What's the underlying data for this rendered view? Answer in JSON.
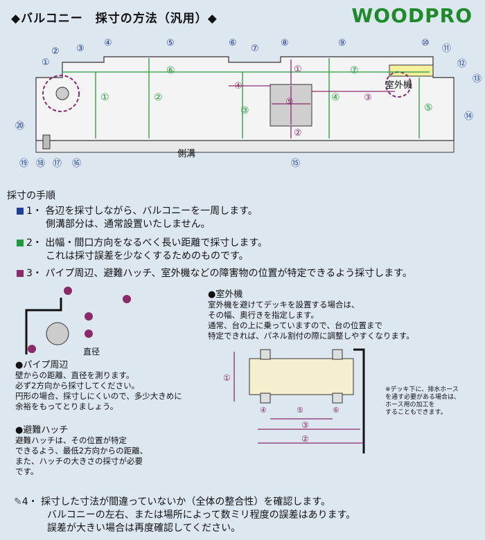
{
  "title": "◆バルコニー　採寸の方法（汎用）◆",
  "logo": "WOODPRO",
  "diagram": {
    "side_gutter": "側溝",
    "outdoor_unit": "室外機",
    "diameter": "直径",
    "markers": [
      "①",
      "②",
      "③",
      "④",
      "⑤",
      "⑥",
      "⑦",
      "⑧",
      "⑨",
      "⑩",
      "⑪",
      "⑫",
      "⑬",
      "⑭",
      "⑮",
      "⑯",
      "⑰",
      "⑱",
      "⑲",
      "⑳"
    ]
  },
  "procedure": {
    "heading": "採寸の手順",
    "steps": [
      {
        "color": "#1f3f9a",
        "num": "1・",
        "lines": [
          "各辺を採寸しながら、バルコニーを一周します。",
          "側溝部分は、通常設置いたしません。"
        ]
      },
      {
        "color": "#1f9a3a",
        "num": "2・",
        "lines": [
          "出幅・間口方向をなるべく長い距離で採寸します。",
          "これは採寸誤差を少なくするためのものです。"
        ]
      },
      {
        "color": "#8a2a6a",
        "num": "3・",
        "lines": [
          "パイプ周辺、避難ハッチ、室外機などの障害物の位置が特定できるよう採寸します。"
        ]
      }
    ],
    "step4": {
      "num": "4・",
      "lines": [
        "採寸した寸法が間違っていないか（全体の整合性）を確認します。",
        "バルコニーの左右、または場所によって数ミリ程度の誤差はあります。",
        "誤差が大きい場合は再度確認してください。"
      ]
    }
  },
  "pipe": {
    "heading": "●パイプ周辺",
    "lines": [
      "壁からの距離、直径を測ります。",
      "必ず2方向から採寸してください。",
      "円形の場合、採寸しにくいので、多少大きめに",
      "余裕をもってとりましょう。"
    ]
  },
  "hatch": {
    "heading": "●避難ハッチ",
    "lines": [
      "避難ハッチは、その位置が特定",
      "できるよう、最低2方向からの距離、",
      "また、ハッチの大きさの採寸が必要",
      "です。"
    ]
  },
  "outdoor": {
    "heading": "●室外機",
    "lines": [
      "室外機を避けてデッキを設置する場合は、",
      "その幅、奥行きを指定します。",
      "通常、台の上に乗っていますので、台の位置まで",
      "特定できれば、パネル割付の際に調整しやすくなります。"
    ]
  },
  "note": {
    "lines": [
      "※デッキ下に、排水ホース",
      "を通す必要がある場合は、",
      "ホース用の加工を",
      "することもできます。"
    ]
  },
  "colors": {
    "blue": "#1f3f9a",
    "green": "#1f9a3a",
    "purple": "#8a2a6a",
    "slab": "#f4f4f4"
  }
}
